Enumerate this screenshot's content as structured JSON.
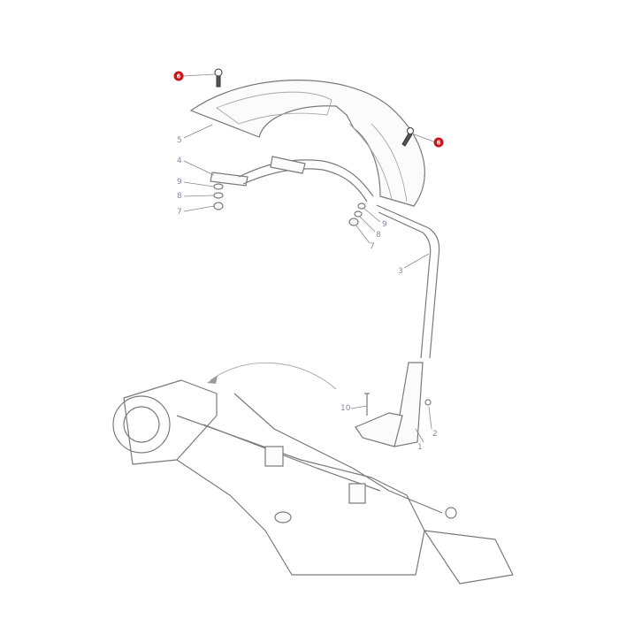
{
  "diagram": {
    "callouts": [
      {
        "id": "6a",
        "text": "6",
        "highlight": true
      },
      {
        "id": "6b",
        "text": "6",
        "highlight": true
      },
      {
        "id": "5",
        "text": "5"
      },
      {
        "id": "4",
        "text": "4"
      },
      {
        "id": "9a",
        "text": "9"
      },
      {
        "id": "8a",
        "text": "8"
      },
      {
        "id": "7a",
        "text": "7"
      },
      {
        "id": "9b",
        "text": "9"
      },
      {
        "id": "8b",
        "text": "8"
      },
      {
        "id": "7b",
        "text": "7"
      },
      {
        "id": "3",
        "text": "3"
      },
      {
        "id": "10",
        "text": "10"
      },
      {
        "id": "2",
        "text": "2"
      },
      {
        "id": "1",
        "text": "1"
      }
    ],
    "colors": {
      "highlight": "#c8141c",
      "line": "#7a7a7a",
      "label": "#8888a8"
    }
  }
}
